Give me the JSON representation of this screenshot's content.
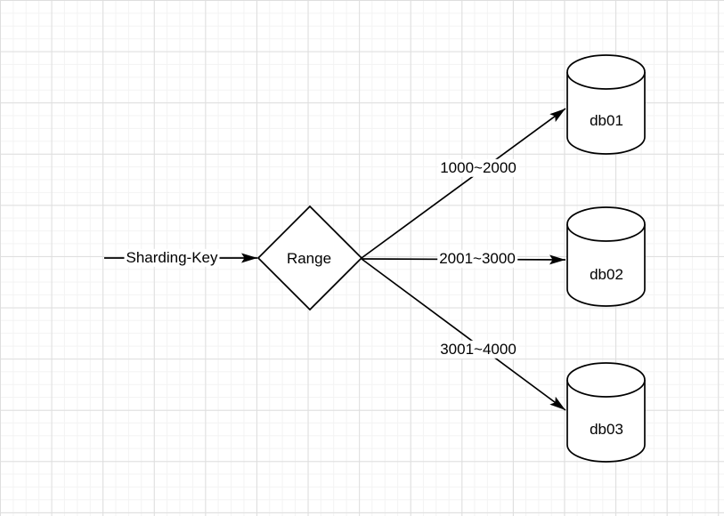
{
  "canvas": {
    "background_color": "#ffffff",
    "grid_minor_color": "#f3f3f3",
    "grid_major_color": "#dedede"
  },
  "diagram": {
    "stroke_color": "#000000",
    "shape_fill_color": "#ffffff",
    "text_color": "#000000",
    "input": {
      "label": "Sharding-Key"
    },
    "decision": {
      "label": "Range",
      "shape": "diamond"
    },
    "edges": [
      {
        "label": "1000~2000",
        "from": "Range",
        "to": "db01"
      },
      {
        "label": "2001~3000",
        "from": "Range",
        "to": "db02"
      },
      {
        "label": "3001~4000",
        "from": "Range",
        "to": "db03"
      }
    ],
    "databases": [
      {
        "label": "db01",
        "shape": "cylinder"
      },
      {
        "label": "db02",
        "shape": "cylinder"
      },
      {
        "label": "db03",
        "shape": "cylinder"
      }
    ]
  }
}
